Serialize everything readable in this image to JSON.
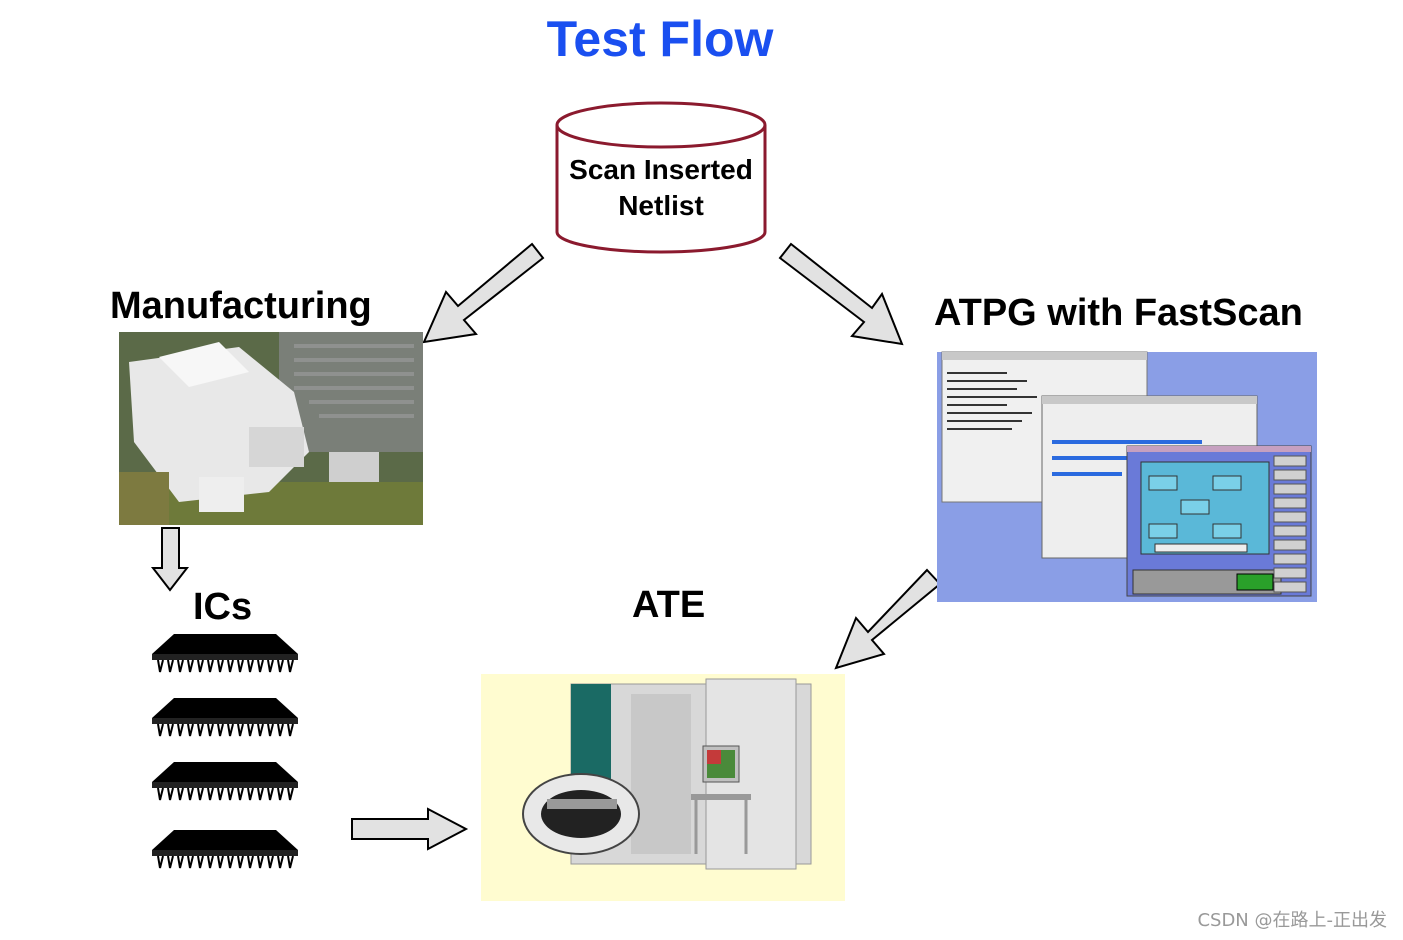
{
  "title": "Test Flow",
  "nodes": {
    "netlist": {
      "label_line1": "Scan Inserted",
      "label_line2": "Netlist"
    },
    "manufacturing": {
      "label": "Manufacturing"
    },
    "atpg": {
      "label": "ATPG with FastScan"
    },
    "ics": {
      "label": "ICs"
    },
    "ate": {
      "label": "ATE"
    }
  },
  "colors": {
    "title": "#1a4ff0",
    "cylinder_stroke": "#8b1a2e",
    "arrow_fill": "#e2e2e2",
    "atpg_background": "#8a9ee6",
    "ate_background": "#fffcd0"
  },
  "footer": "CSDN @在路上-正出发"
}
